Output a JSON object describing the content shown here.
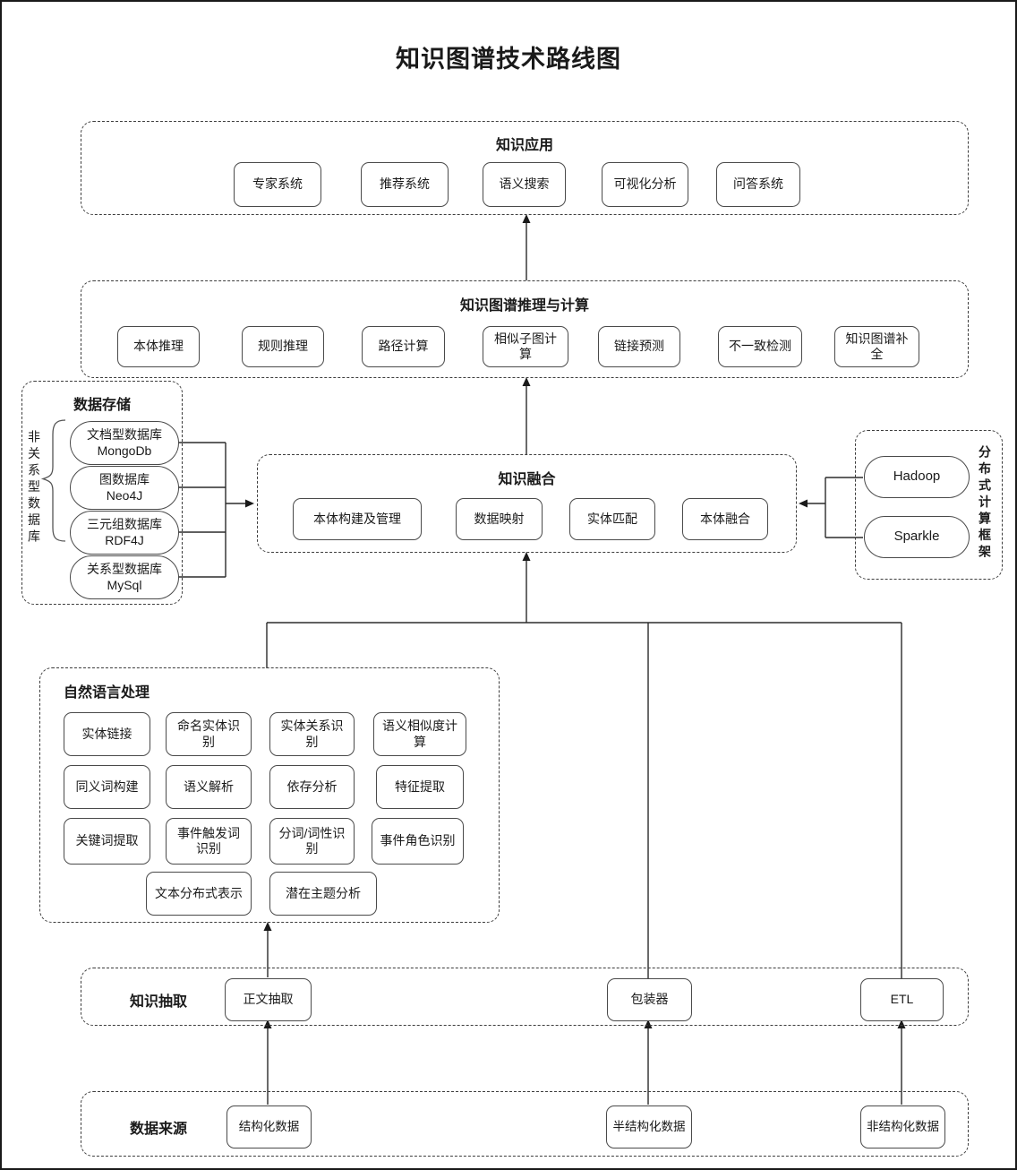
{
  "title": "知识图谱技术路线图",
  "colors": {
    "ink": "#1a1a1a",
    "background": "#ffffff"
  },
  "sections": {
    "knowledge_application": {
      "label": "知识应用",
      "items": [
        "专家系统",
        "推荐系统",
        "语义搜索",
        "可视化分析",
        "问答系统"
      ]
    },
    "kg_reasoning": {
      "label": "知识图谱推理与计算",
      "items": [
        "本体推理",
        "规则推理",
        "路径计算",
        "相似子图计算",
        "链接预测",
        "不一致检测",
        "知识图谱补全"
      ]
    },
    "data_storage": {
      "label": "数据存储",
      "side_label": "非关系型数据库",
      "items": [
        {
          "name": "文档型数据库",
          "tech": "MongoDb"
        },
        {
          "name": "图数据库",
          "tech": "Neo4J"
        },
        {
          "name": "三元组数据库",
          "tech": "RDF4J"
        },
        {
          "name": "关系型数据库",
          "tech": "MySql"
        }
      ]
    },
    "knowledge_fusion": {
      "label": "知识融合",
      "items": [
        "本体构建及管理",
        "数据映射",
        "实体匹配",
        "本体融合"
      ]
    },
    "distributed_computing": {
      "label": "分布式计算框架",
      "items": [
        "Hadoop",
        "Sparkle"
      ]
    },
    "nlp": {
      "label": "自然语言处理",
      "items": [
        "实体链接",
        "命名实体识别",
        "实体关系识别",
        "语义相似度计算",
        "同义词构建",
        "语义解析",
        "依存分析",
        "特征提取",
        "关键词提取",
        "事件触发词识别",
        "分词/词性识别",
        "事件角色识别",
        "文本分布式表示",
        "潜在主题分析"
      ]
    },
    "knowledge_extraction": {
      "label": "知识抽取",
      "items": [
        "正文抽取",
        "包装器",
        "ETL"
      ]
    },
    "data_sources": {
      "label": "数据来源",
      "items": [
        "结构化数据",
        "半结构化数据",
        "非结构化数据"
      ]
    }
  }
}
